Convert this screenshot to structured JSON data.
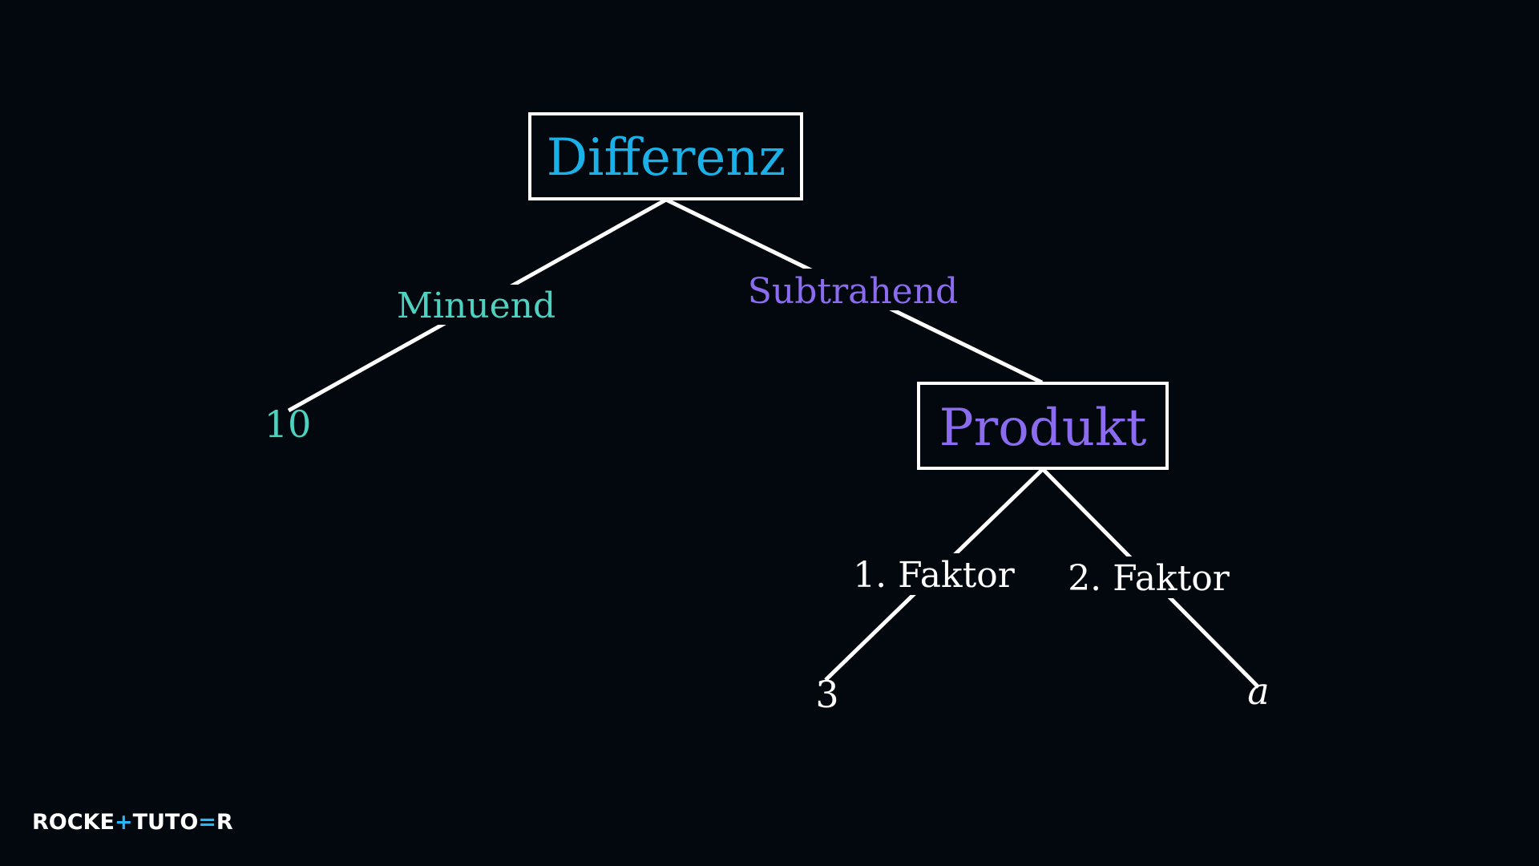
{
  "colors": {
    "background": "#03080e",
    "root": "#1ab0e8",
    "minuend": "#4fd1c0",
    "subtrahend": "#8b6cf0",
    "default": "#ffffff",
    "line": "#ffffff"
  },
  "tree": {
    "root": {
      "label": "Differenz"
    },
    "minuend": {
      "edge_label": "Minuend",
      "value": "10"
    },
    "subtrahend": {
      "edge_label": "Subtrahend"
    },
    "product": {
      "label": "Produkt"
    },
    "factor1": {
      "edge_label": "1. Faktor",
      "value": "3"
    },
    "factor2": {
      "edge_label": "2. Faktor",
      "value": "a"
    }
  },
  "logo": {
    "text": "ROCKETUTOR"
  }
}
